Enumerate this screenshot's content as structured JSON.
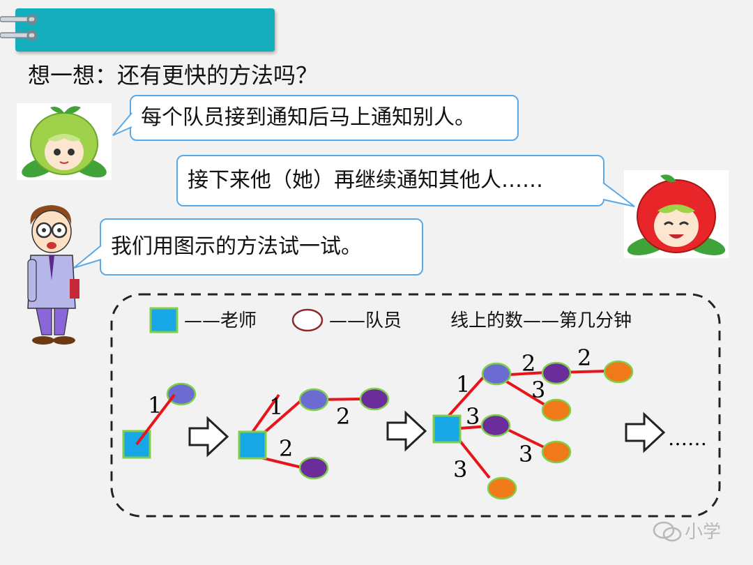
{
  "heading": "想一想：还有更快的方法吗？",
  "bubbles": {
    "kid1": "每个队员接到通知后马上通知别人。",
    "kid2": "接下来他（她）再继续通知其他人……",
    "teacher": "我们用图示的方法试一试。"
  },
  "legend": {
    "teacher": "——老师",
    "member": "——队员",
    "minutes": "线上的数——第几分钟"
  },
  "diagram": {
    "stage1": [
      "1"
    ],
    "stage2": [
      "1",
      "2",
      "2"
    ],
    "stage3": [
      "1",
      "2",
      "3",
      "2",
      "3",
      "3",
      "3"
    ],
    "ellipsis": "……"
  },
  "watermark": "小学",
  "colors": {
    "title_bar": "#15aebc",
    "teacher_node": "#17a6e6",
    "minute1_node": "#6b6bd1",
    "minute2_node": "#6b2d99",
    "minute3_node": "#f07a1a",
    "line": "#e8141a",
    "bubble_border": "#5aa9e6"
  }
}
